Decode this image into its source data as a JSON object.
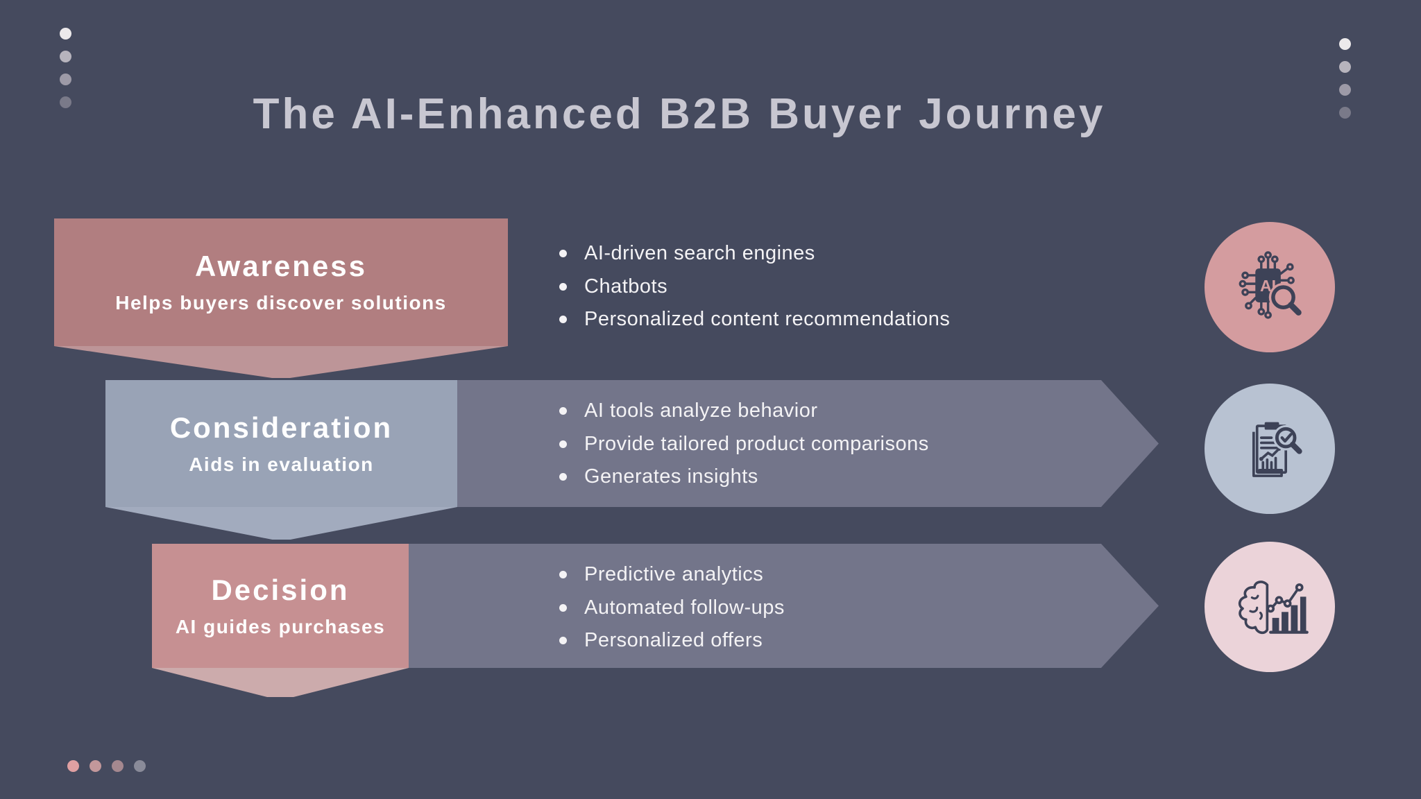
{
  "title": "The AI-Enhanced B2B Buyer Journey",
  "stages": [
    {
      "name": "Awareness",
      "description": "Helps buyers discover solutions",
      "bullets": [
        "AI-driven search engines",
        "Chatbots",
        "Personalized content recommendations"
      ],
      "icon": "ai-chip-search-icon",
      "banner_color": "#b17e80",
      "banner_tip_color": "#bd9598",
      "icon_circle_color": "#d49c9f"
    },
    {
      "name": "Consideration",
      "description": "Aids in evaluation",
      "bullets": [
        "AI tools analyze behavior",
        "Provide tailored product comparisons",
        "Generates insights"
      ],
      "icon": "report-analysis-icon",
      "banner_color": "#99a3b6",
      "banner_tip_color": "#a2abbe",
      "icon_circle_color": "#b8c2d2"
    },
    {
      "name": "Decision",
      "description": "AI guides purchases",
      "bullets": [
        "Predictive analytics",
        "Automated follow-ups",
        "Personalized offers"
      ],
      "icon": "brain-chart-icon",
      "banner_color": "#c69092",
      "banner_tip_color": "#ccabac",
      "icon_circle_color": "#ebd3d9"
    }
  ],
  "colors": {
    "background": "#454a5e",
    "title_text": "#c8c7d1",
    "band": "#73758a",
    "stage_text": "#ffffff",
    "bullet_text": "#f4f3f5",
    "icon_glyph": "#3d4257"
  },
  "decorations": {
    "top_left_dots": 4,
    "top_right_dots": 4,
    "bottom_left_dots": 4,
    "dot_fade_colors": [
      "#ece9eb",
      "#b7b4bd",
      "#9d9aa7",
      "#7a7a89"
    ],
    "bottom_dot_colors": [
      "#e0a0a2",
      "#c3989b",
      "#a5888f",
      "#8a8b99"
    ]
  }
}
